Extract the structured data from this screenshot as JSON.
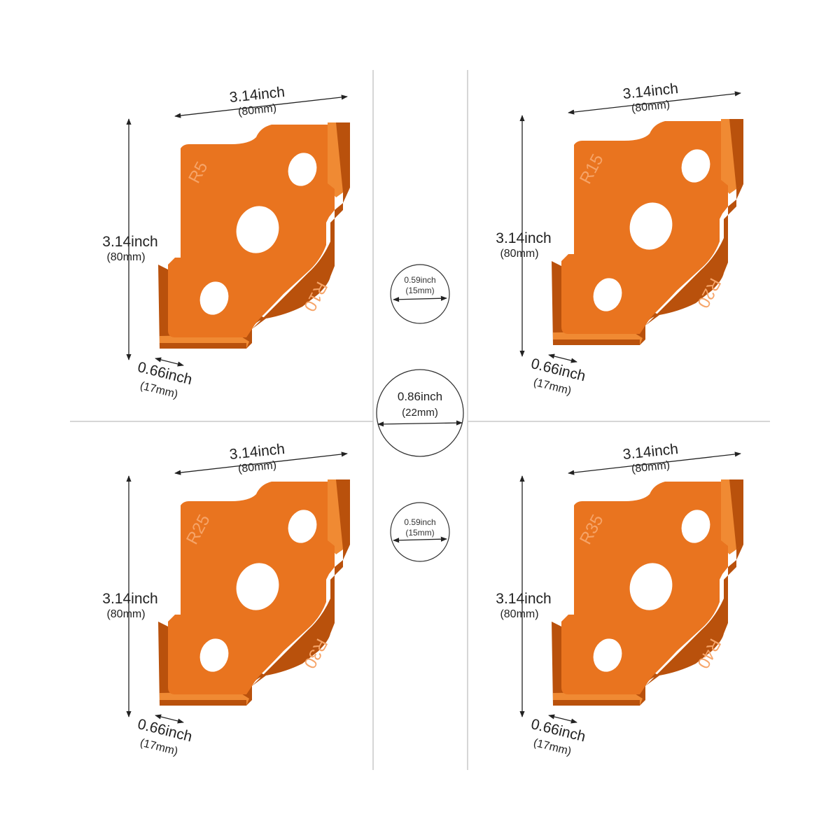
{
  "colors": {
    "plate_face": "#e9741f",
    "plate_side": "#b9510c",
    "plate_lip": "#f08a33",
    "hole_fill": "#ffffff",
    "label": "#f6a468",
    "divider": "#c8c8c8"
  },
  "plates": [
    {
      "id": "top-left",
      "width_label": "3.14inch",
      "width_sub": "(80mm)",
      "height_label": "3.14inch",
      "height_sub": "(80mm)",
      "lip_label": "0.66inch",
      "lip_sub": "(17mm)",
      "radius_a": "R5",
      "radius_b": "R10"
    },
    {
      "id": "top-right",
      "width_label": "3.14inch",
      "width_sub": "(80mm)",
      "height_label": "3.14inch",
      "height_sub": "(80mm)",
      "lip_label": "0.66inch",
      "lip_sub": "(17mm)",
      "radius_a": "R15",
      "radius_b": "R20"
    },
    {
      "id": "bottom-left",
      "width_label": "3.14inch",
      "width_sub": "(80mm)",
      "height_label": "3.14inch",
      "height_sub": "(80mm)",
      "lip_label": "0.66inch",
      "lip_sub": "(17mm)",
      "radius_a": "R25",
      "radius_b": "R30"
    },
    {
      "id": "bottom-right",
      "width_label": "3.14inch",
      "width_sub": "(80mm)",
      "height_label": "3.14inch",
      "height_sub": "(80mm)",
      "lip_label": "0.66inch",
      "lip_sub": "(17mm)",
      "radius_a": "R35",
      "radius_b": "R40"
    }
  ],
  "holes": [
    {
      "id": "small-top",
      "label": "0.59inch",
      "sub": "(15mm)"
    },
    {
      "id": "large-center",
      "label": "0.86inch",
      "sub": "(22mm)"
    },
    {
      "id": "small-bottom",
      "label": "0.59inch",
      "sub": "(15mm)"
    }
  ]
}
